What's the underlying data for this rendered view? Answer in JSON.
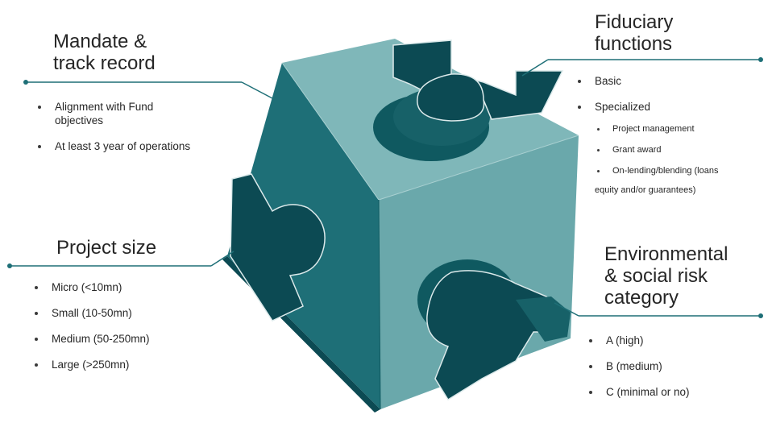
{
  "colors": {
    "cube_top": "#7fb7b9",
    "cube_left": "#1e6f77",
    "cube_right": "#6aa8ab",
    "piece_dark": "#0c4a53",
    "piece_mid": "#176168",
    "connector_line": "#1e6f77"
  },
  "sections": {
    "mandate": {
      "title_line1": "Mandate &",
      "title_line2": "track record",
      "bullets": [
        "Alignment with Fund objectives",
        "At least 3 year of operations"
      ]
    },
    "fiduciary": {
      "title_line1": "Fiduciary",
      "title_line2": "functions",
      "bullets": [
        "Basic",
        "Specialized"
      ],
      "sub_bullets": [
        "Project management",
        "Grant award",
        "On-lending/blending (loans",
        "equity and/or guarantees)"
      ]
    },
    "project_size": {
      "title": "Project size",
      "bullets": [
        "Micro (<10mn)",
        "Small (10-50mn)",
        "Medium (50-250mn)",
        "Large (>250mn)"
      ]
    },
    "environmental": {
      "title_line1": "Environmental",
      "title_line2": "& social risk",
      "title_line3": "category",
      "bullets": [
        "A (high)",
        "B (medium)",
        "C (minimal or no)"
      ]
    }
  }
}
